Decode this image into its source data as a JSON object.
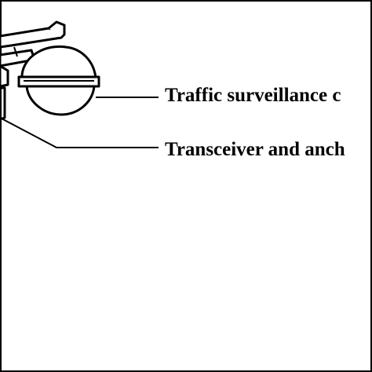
{
  "diagram": {
    "labels": [
      {
        "id": "camera",
        "text": "Traffic surveillance c"
      },
      {
        "id": "anchor",
        "text": "Transceiver and anch"
      }
    ]
  },
  "colors": {
    "stroke": "#000000",
    "background": "#ffffff"
  },
  "icons": [
    "surveillance-camera-icon"
  ]
}
